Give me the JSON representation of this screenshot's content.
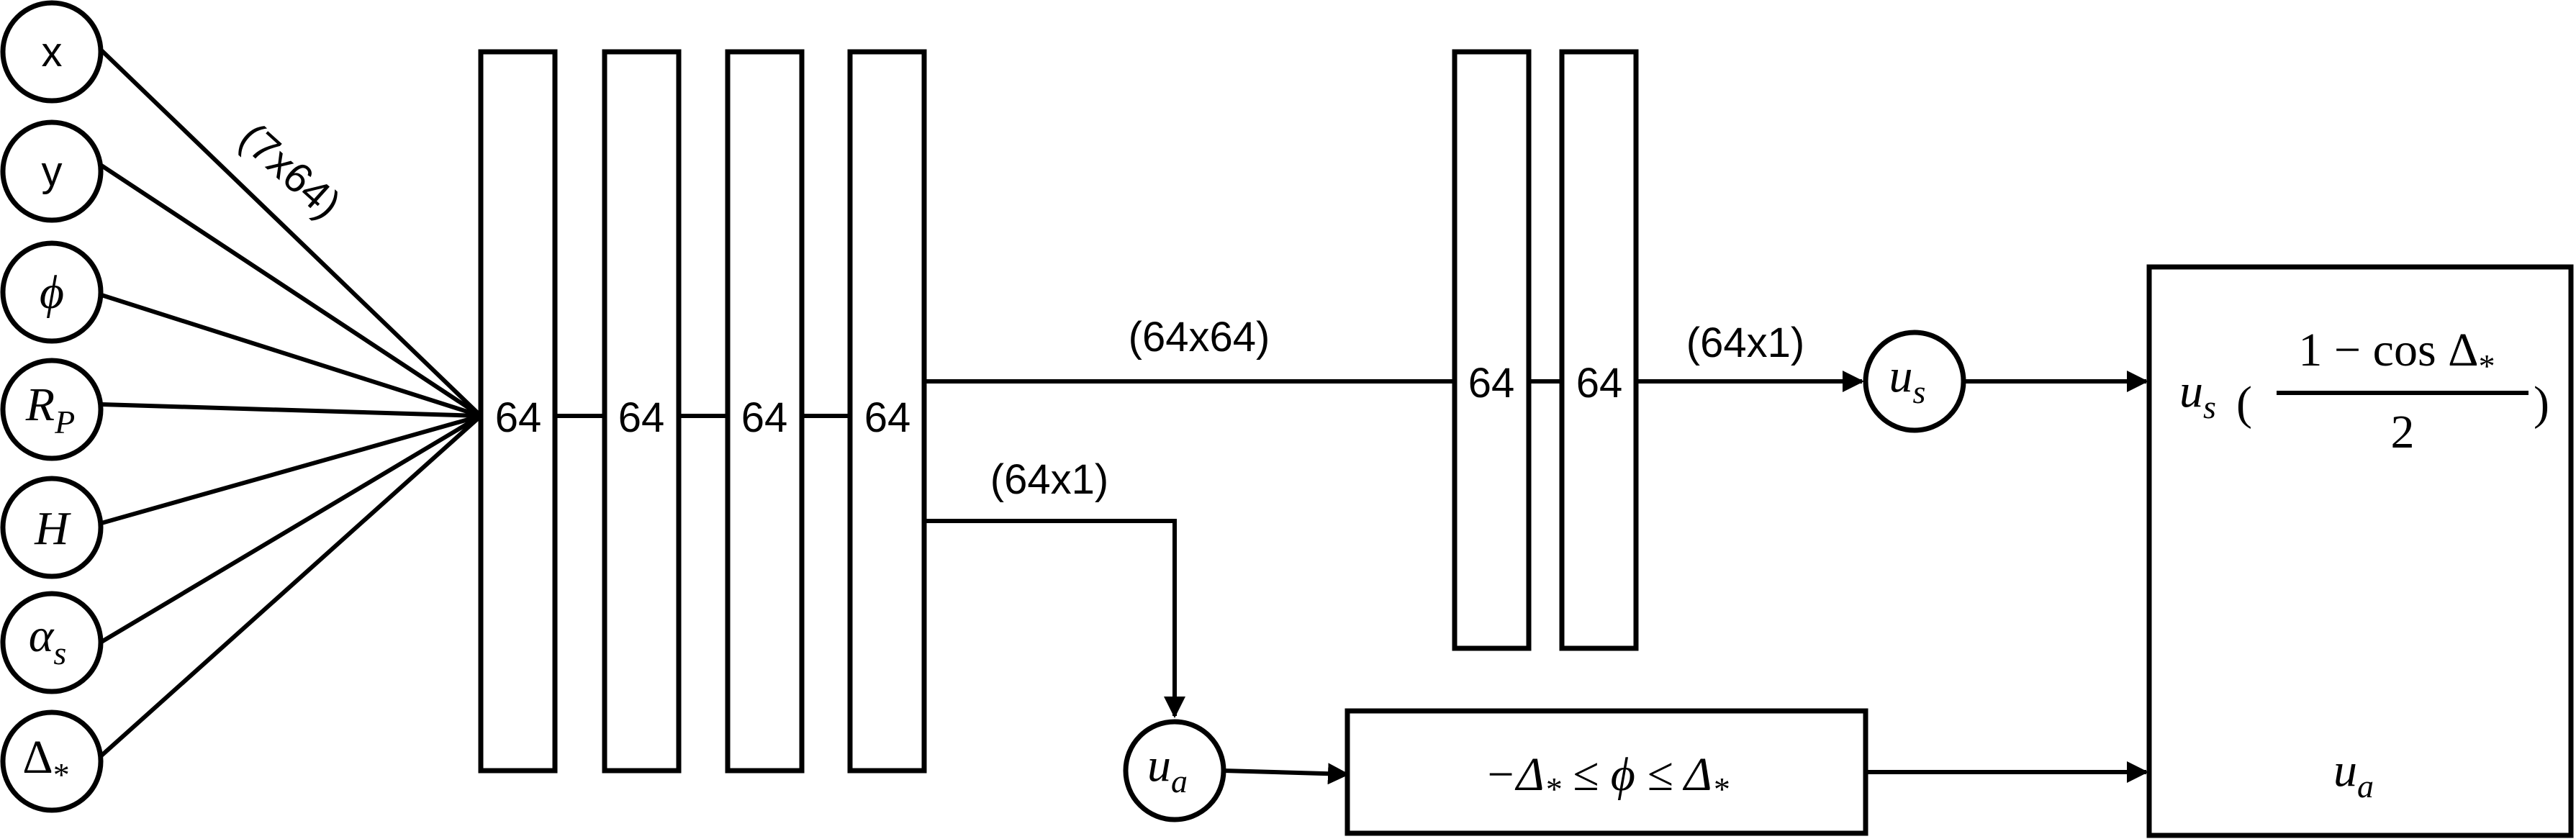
{
  "inputs": {
    "x": "x",
    "y": "y",
    "phi": "ϕ",
    "rp_main": "R",
    "rp_sub": "P",
    "h": "H",
    "alpha_main": "α",
    "alpha_sub": "s",
    "delta_main": "Δ",
    "delta_sub": "*"
  },
  "edges": {
    "input_weights": "(7x64)",
    "branch_weights": "(64x64)",
    "us_weights": "(64x1)",
    "ua_weights": "(64x1)"
  },
  "layers": {
    "l1": "64",
    "l2": "64",
    "l3": "64",
    "l4": "64",
    "l5": "64",
    "l6": "64"
  },
  "outputs": {
    "us_main": "u",
    "us_sub": "s",
    "ua_main": "u",
    "ua_sub": "a"
  },
  "constraint": {
    "minus_delta": "−Δ",
    "star": "*",
    "leq_phi_leq": " ≤ ϕ ≤ Δ",
    "star2": "*"
  },
  "result": {
    "us_main": "u",
    "us_sub": "s",
    "numerator": "1 − cos Δ",
    "numerator_sub": "*",
    "denominator": "2",
    "ua_main": "u",
    "ua_sub": "a"
  }
}
